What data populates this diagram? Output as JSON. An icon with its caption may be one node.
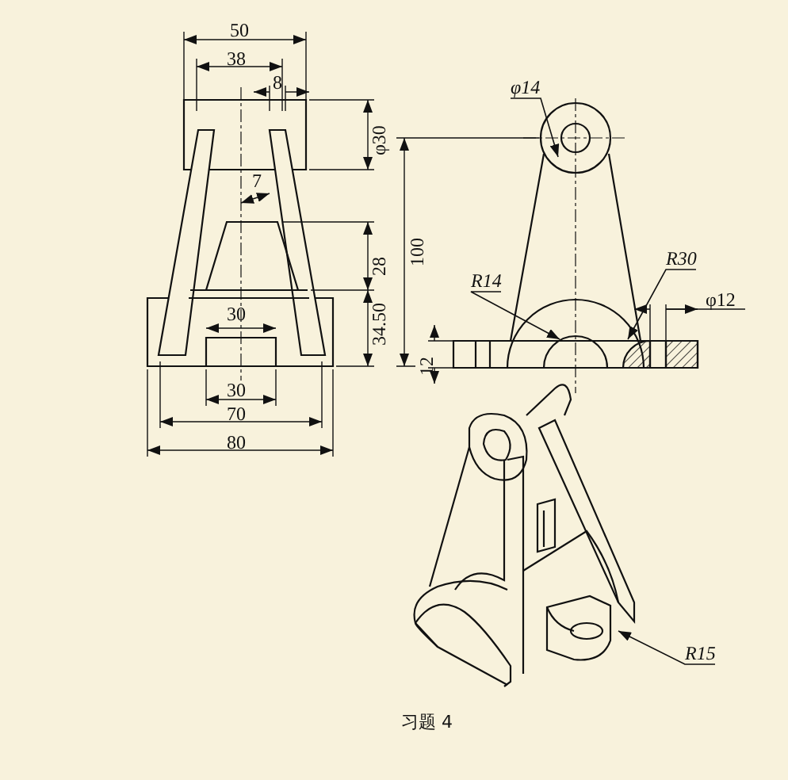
{
  "diagram": {
    "caption": "习题 4",
    "nodes": [
      {
        "text": [
          "φ14"
        ]
      },
      {
        "text": [
          "R14"
        ]
      },
      {
        "text": [
          "R30"
        ]
      },
      {
        "text": [
          "R15"
        ]
      }
    ],
    "edges": [
      {
        "from": 0,
        "to": null,
        "arrow": "to"
      },
      {
        "from": 1,
        "to": null,
        "arrow": "to"
      },
      {
        "from": 2,
        "to": null,
        "arrow": "to"
      },
      {
        "from": 3,
        "to": null,
        "arrow": "to"
      }
    ],
    "labels": [
      "50",
      "38",
      "8",
      "φ30",
      "7",
      "100",
      "28",
      "34.50",
      "30",
      "30",
      "70",
      "80",
      "12",
      "φ12"
    ]
  }
}
